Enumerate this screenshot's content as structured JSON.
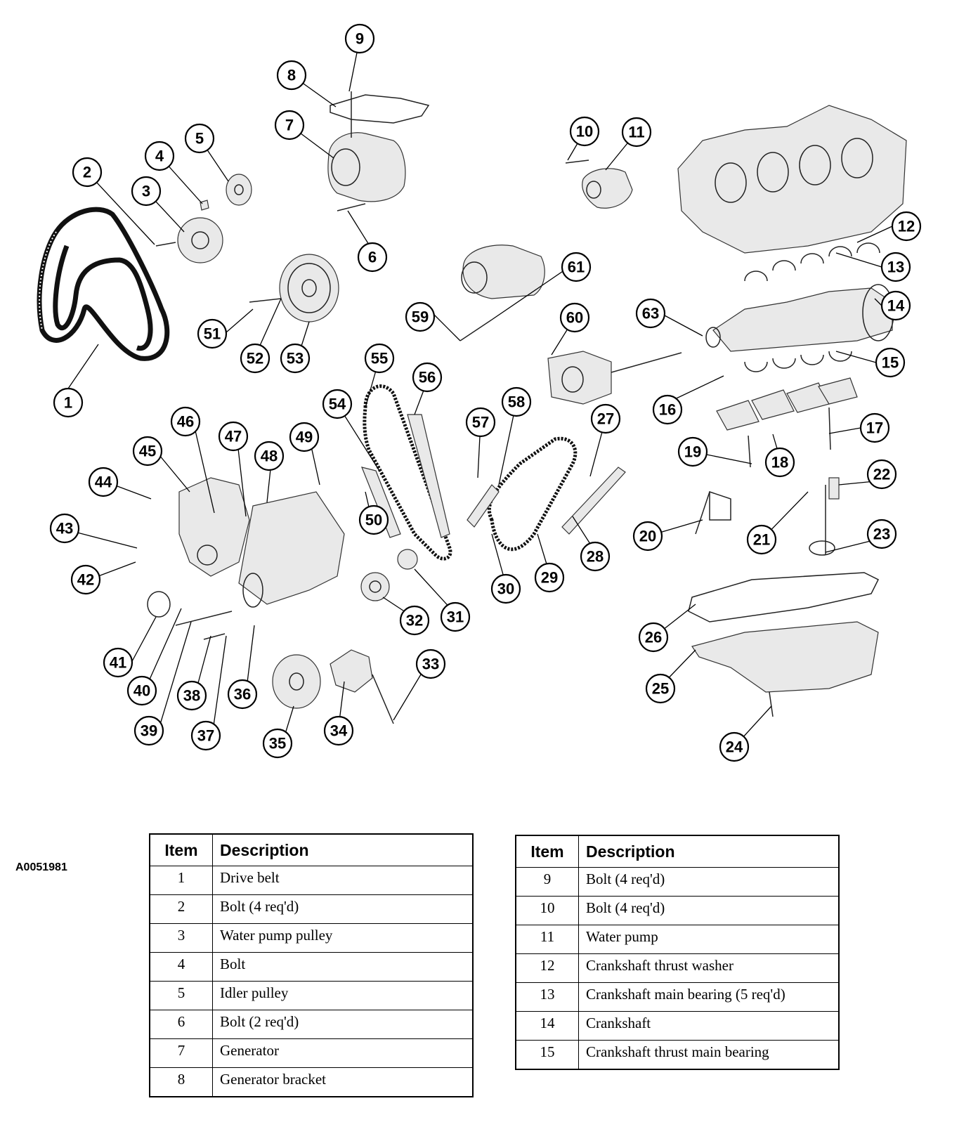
{
  "figure_code": "A0051981",
  "tables": [
    {
      "headers": {
        "item": "Item",
        "description": "Description"
      },
      "rows": [
        {
          "item": "1",
          "description": "Drive belt"
        },
        {
          "item": "2",
          "description": "Bolt (4 req'd)"
        },
        {
          "item": "3",
          "description": "Water pump pulley"
        },
        {
          "item": "4",
          "description": "Bolt"
        },
        {
          "item": "5",
          "description": "Idler pulley"
        },
        {
          "item": "6",
          "description": "Bolt (2 req'd)"
        },
        {
          "item": "7",
          "description": "Generator"
        },
        {
          "item": "8",
          "description": "Generator bracket"
        }
      ]
    },
    {
      "headers": {
        "item": "Item",
        "description": "Description"
      },
      "rows": [
        {
          "item": "9",
          "description": "Bolt (4 req'd)"
        },
        {
          "item": "10",
          "description": "Bolt (4 req'd)"
        },
        {
          "item": "11",
          "description": "Water pump"
        },
        {
          "item": "12",
          "description": "Crankshaft thrust washer"
        },
        {
          "item": "13",
          "description": "Crankshaft main bearing (5 req'd)"
        },
        {
          "item": "14",
          "description": "Crankshaft"
        },
        {
          "item": "15",
          "description": "Crankshaft thrust main bearing"
        }
      ]
    }
  ],
  "callouts": [
    "1",
    "2",
    "3",
    "4",
    "5",
    "6",
    "7",
    "8",
    "9",
    "10",
    "11",
    "12",
    "13",
    "14",
    "15",
    "16",
    "17",
    "18",
    "19",
    "20",
    "21",
    "22",
    "23",
    "24",
    "25",
    "26",
    "27",
    "28",
    "29",
    "30",
    "31",
    "32",
    "33",
    "34",
    "35",
    "36",
    "37",
    "38",
    "39",
    "40",
    "41",
    "42",
    "43",
    "44",
    "45",
    "46",
    "47",
    "48",
    "49",
    "50",
    "51",
    "52",
    "53",
    "54",
    "55",
    "56",
    "57",
    "58",
    "59",
    "60",
    "61",
    "63"
  ]
}
